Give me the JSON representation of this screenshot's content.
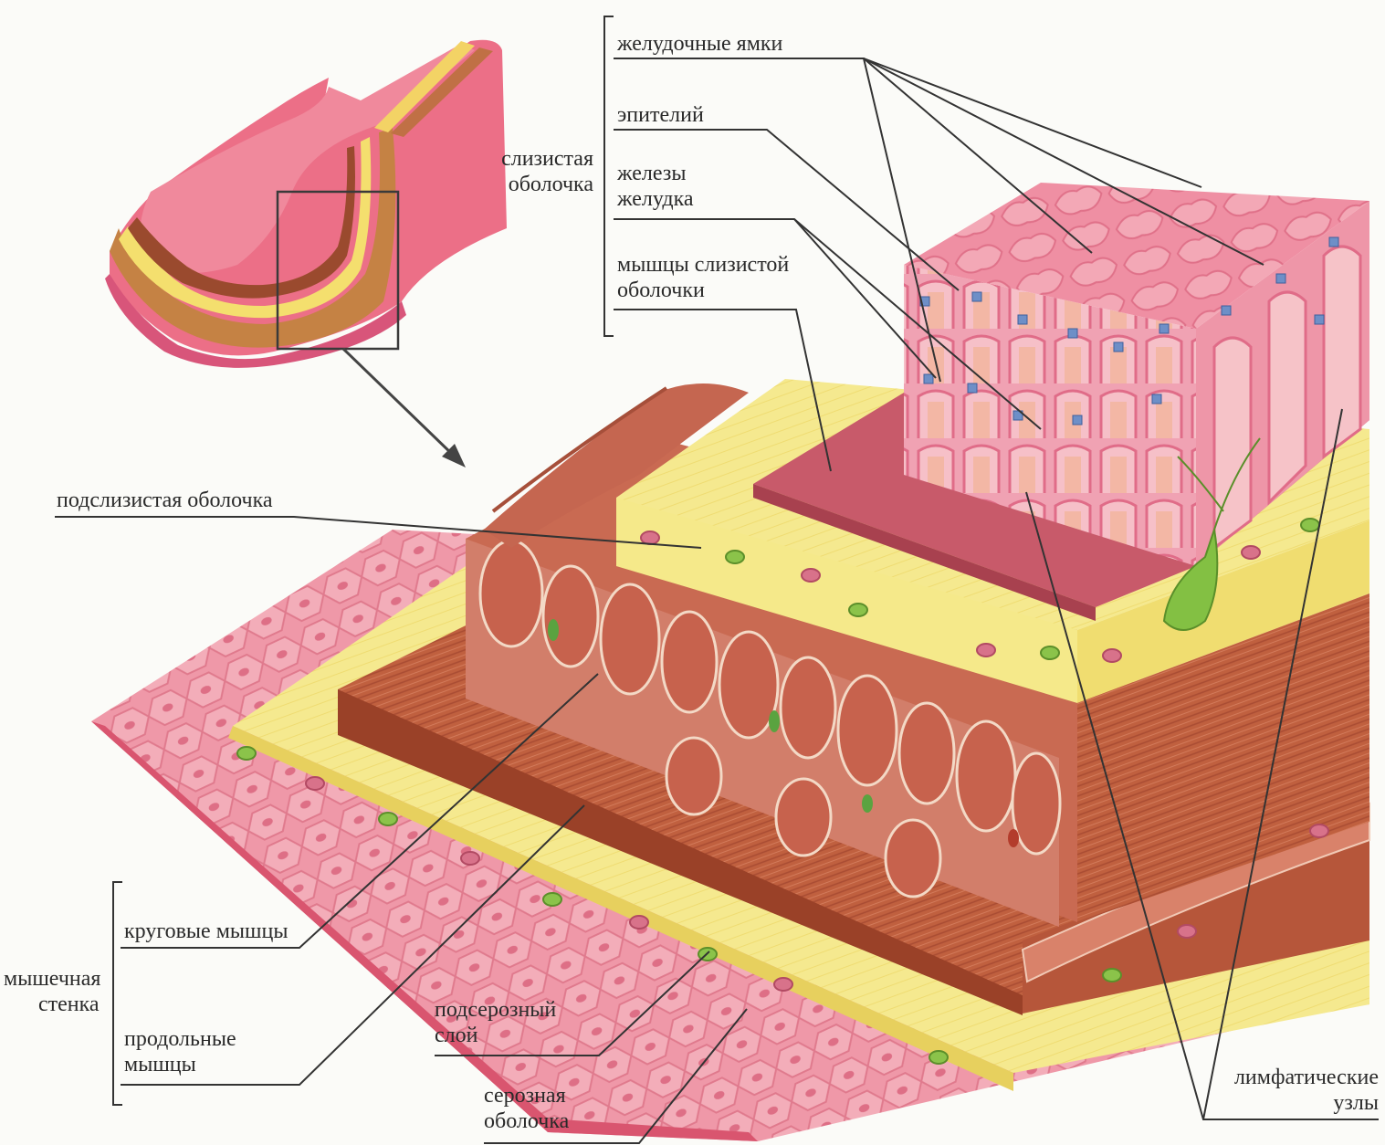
{
  "labels": {
    "mucosa": [
      "слизистая",
      "оболочка"
    ],
    "gastric_pits": "желудочные ямки",
    "epithelium": "эпителий",
    "gastric_glands": [
      "железы",
      "желудка"
    ],
    "muscularis_mucosae": [
      "мышцы слизистой",
      "оболочки"
    ],
    "submucosa": "подслизистая оболочка",
    "circular_muscles": "круговые мышцы",
    "muscular_wall": [
      "мышечная",
      "стенка"
    ],
    "longitudinal_muscles": [
      "продольные",
      "мышцы"
    ],
    "subserous_layer": [
      "подсерозный",
      "слой"
    ],
    "serosa": [
      "серозная",
      "оболочка"
    ],
    "lymph_nodes": [
      "лимфатические",
      "узлы"
    ]
  },
  "colors": {
    "background": "#fbfbf8",
    "mucosa_pink": "#e9708a",
    "mucosa_light": "#f3a7b4",
    "submucosa_yellow": "#f6ec9c",
    "muscle_brown": "#b8563f",
    "muscle_light": "#d9876b",
    "serosa_pink": "#e88a9c",
    "gland_cell_blue": "#6e8fc7",
    "lymph_green": "#7cc24a",
    "leader_line": "#333333"
  }
}
